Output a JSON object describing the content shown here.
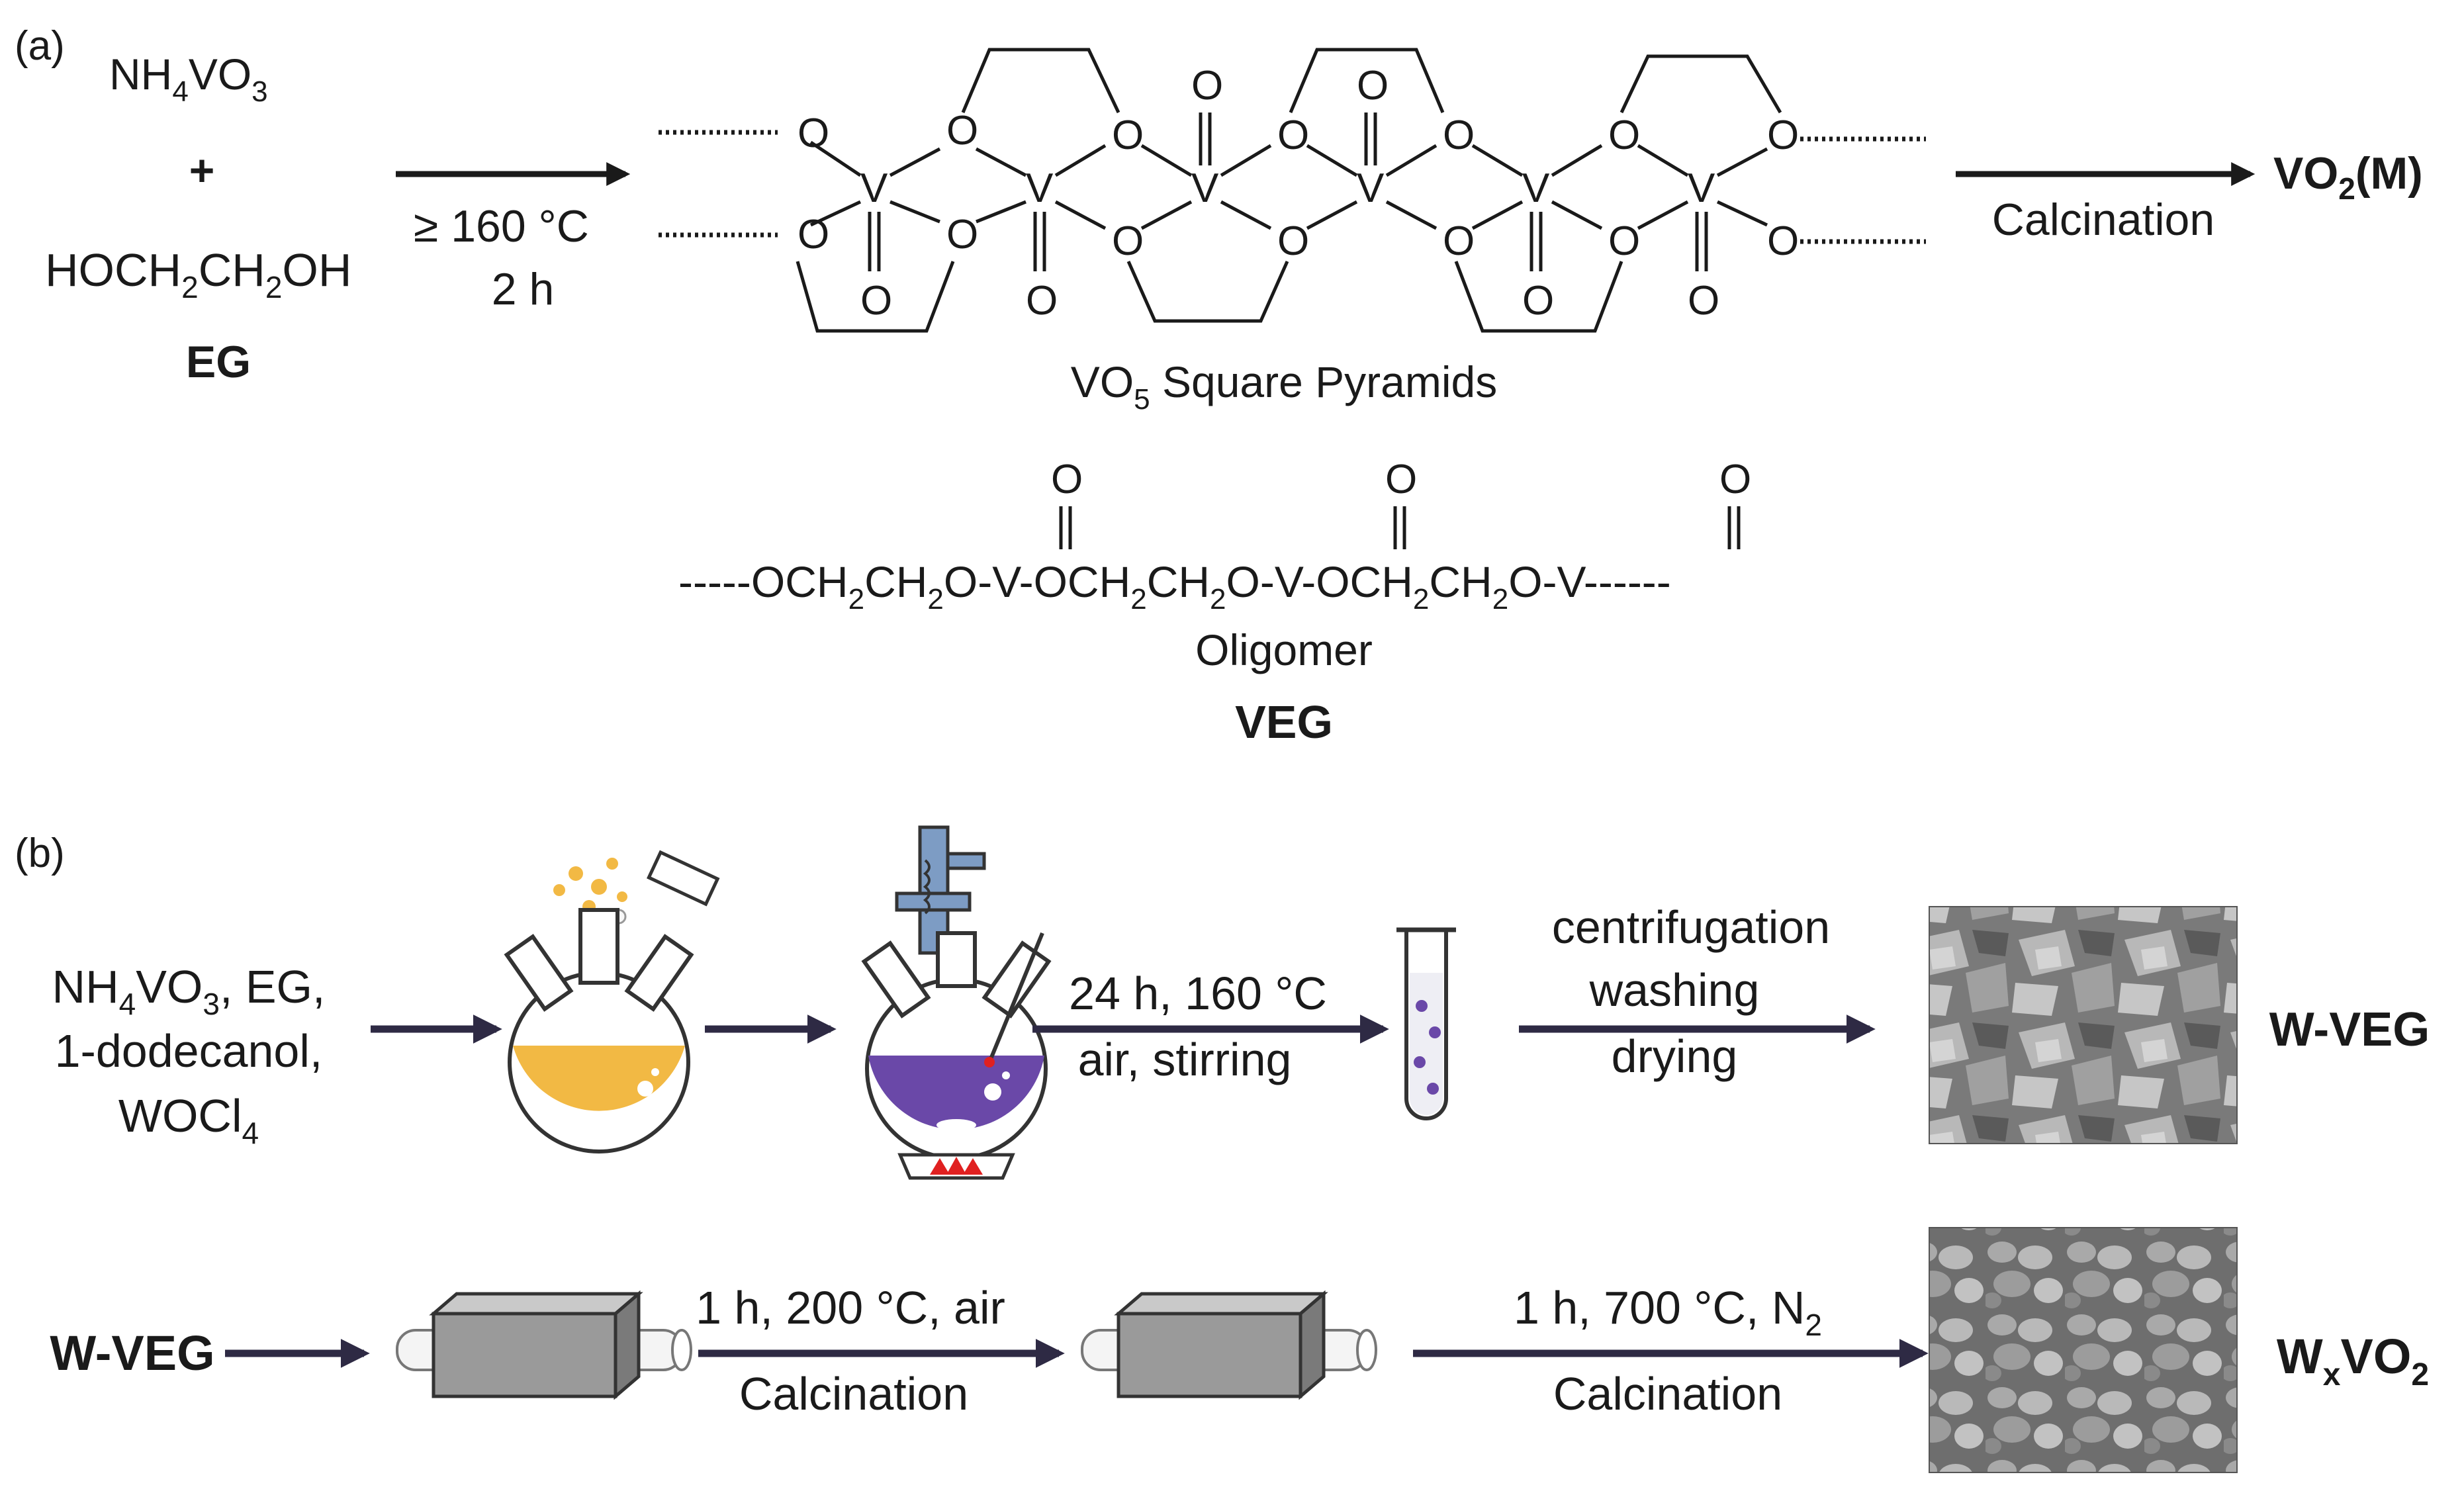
{
  "panel_a": {
    "label": "(a)",
    "reactant1": {
      "pre": "NH",
      "sub": "4",
      "post": "VO",
      "sub2": "3"
    },
    "plus": "+",
    "reactant2": {
      "a": "HOCH",
      "s1": "2",
      "b": "CH",
      "s2": "2",
      "c": "OH"
    },
    "reactant2_label": "EG",
    "condition1": "≥ 160 °C",
    "condition2": "2 h",
    "vo5_label": {
      "pre": "VO",
      "sub": "5",
      "post": " Square Pyramids"
    },
    "atoms": {
      "O": "O",
      "V": "V"
    },
    "calcination_label": "Calcination",
    "product": {
      "pre": "VO",
      "sub": "2",
      "post": "(M)"
    },
    "oligomer_parts": {
      "dash_left": "-----",
      "och": "OCH",
      "s2": "2",
      "ch": "CH",
      "o_v": "O-V-",
      "o_v_end": "O-V",
      "dash_right": "------"
    },
    "oligomer_label": "Oligomer",
    "veg_label": "VEG"
  },
  "panel_b": {
    "label": "(b)",
    "reagents": {
      "line1_pre": "NH",
      "line1_sub": "4",
      "line1_mid": "VO",
      "line1_sub2": "3",
      "line1_post": ", EG,",
      "line2": "1-dodecanol,",
      "line3_pre": "WOCl",
      "line3_sub": "4"
    },
    "step1_top": "24 h, 160 °C",
    "step1_bottom": "air, stirring",
    "step2_top": "centrifugation",
    "step2_mid": "washing",
    "step2_bottom": "drying",
    "product1": "W-VEG",
    "start2": "W-VEG",
    "step3_top": "1 h, 200 °C, air",
    "step3_bottom": "Calcination",
    "step4_top": {
      "pre": "1 h, 700 °C, N",
      "sub": "2"
    },
    "step4_bottom": "Calcination",
    "product2": {
      "pre": "W",
      "sub": "x",
      "mid": "VO",
      "sub2": "2"
    }
  },
  "colors": {
    "arrow_dark": "#2e2a44",
    "yellow_liquid": "#f2b944",
    "purple_liquid": "#6a48a8",
    "flame_red": "#e02020",
    "condenser_blue": "#7d9cc4",
    "furnace_gray": "#9a9a9a",
    "sem_gray": "#8c8c8c"
  }
}
